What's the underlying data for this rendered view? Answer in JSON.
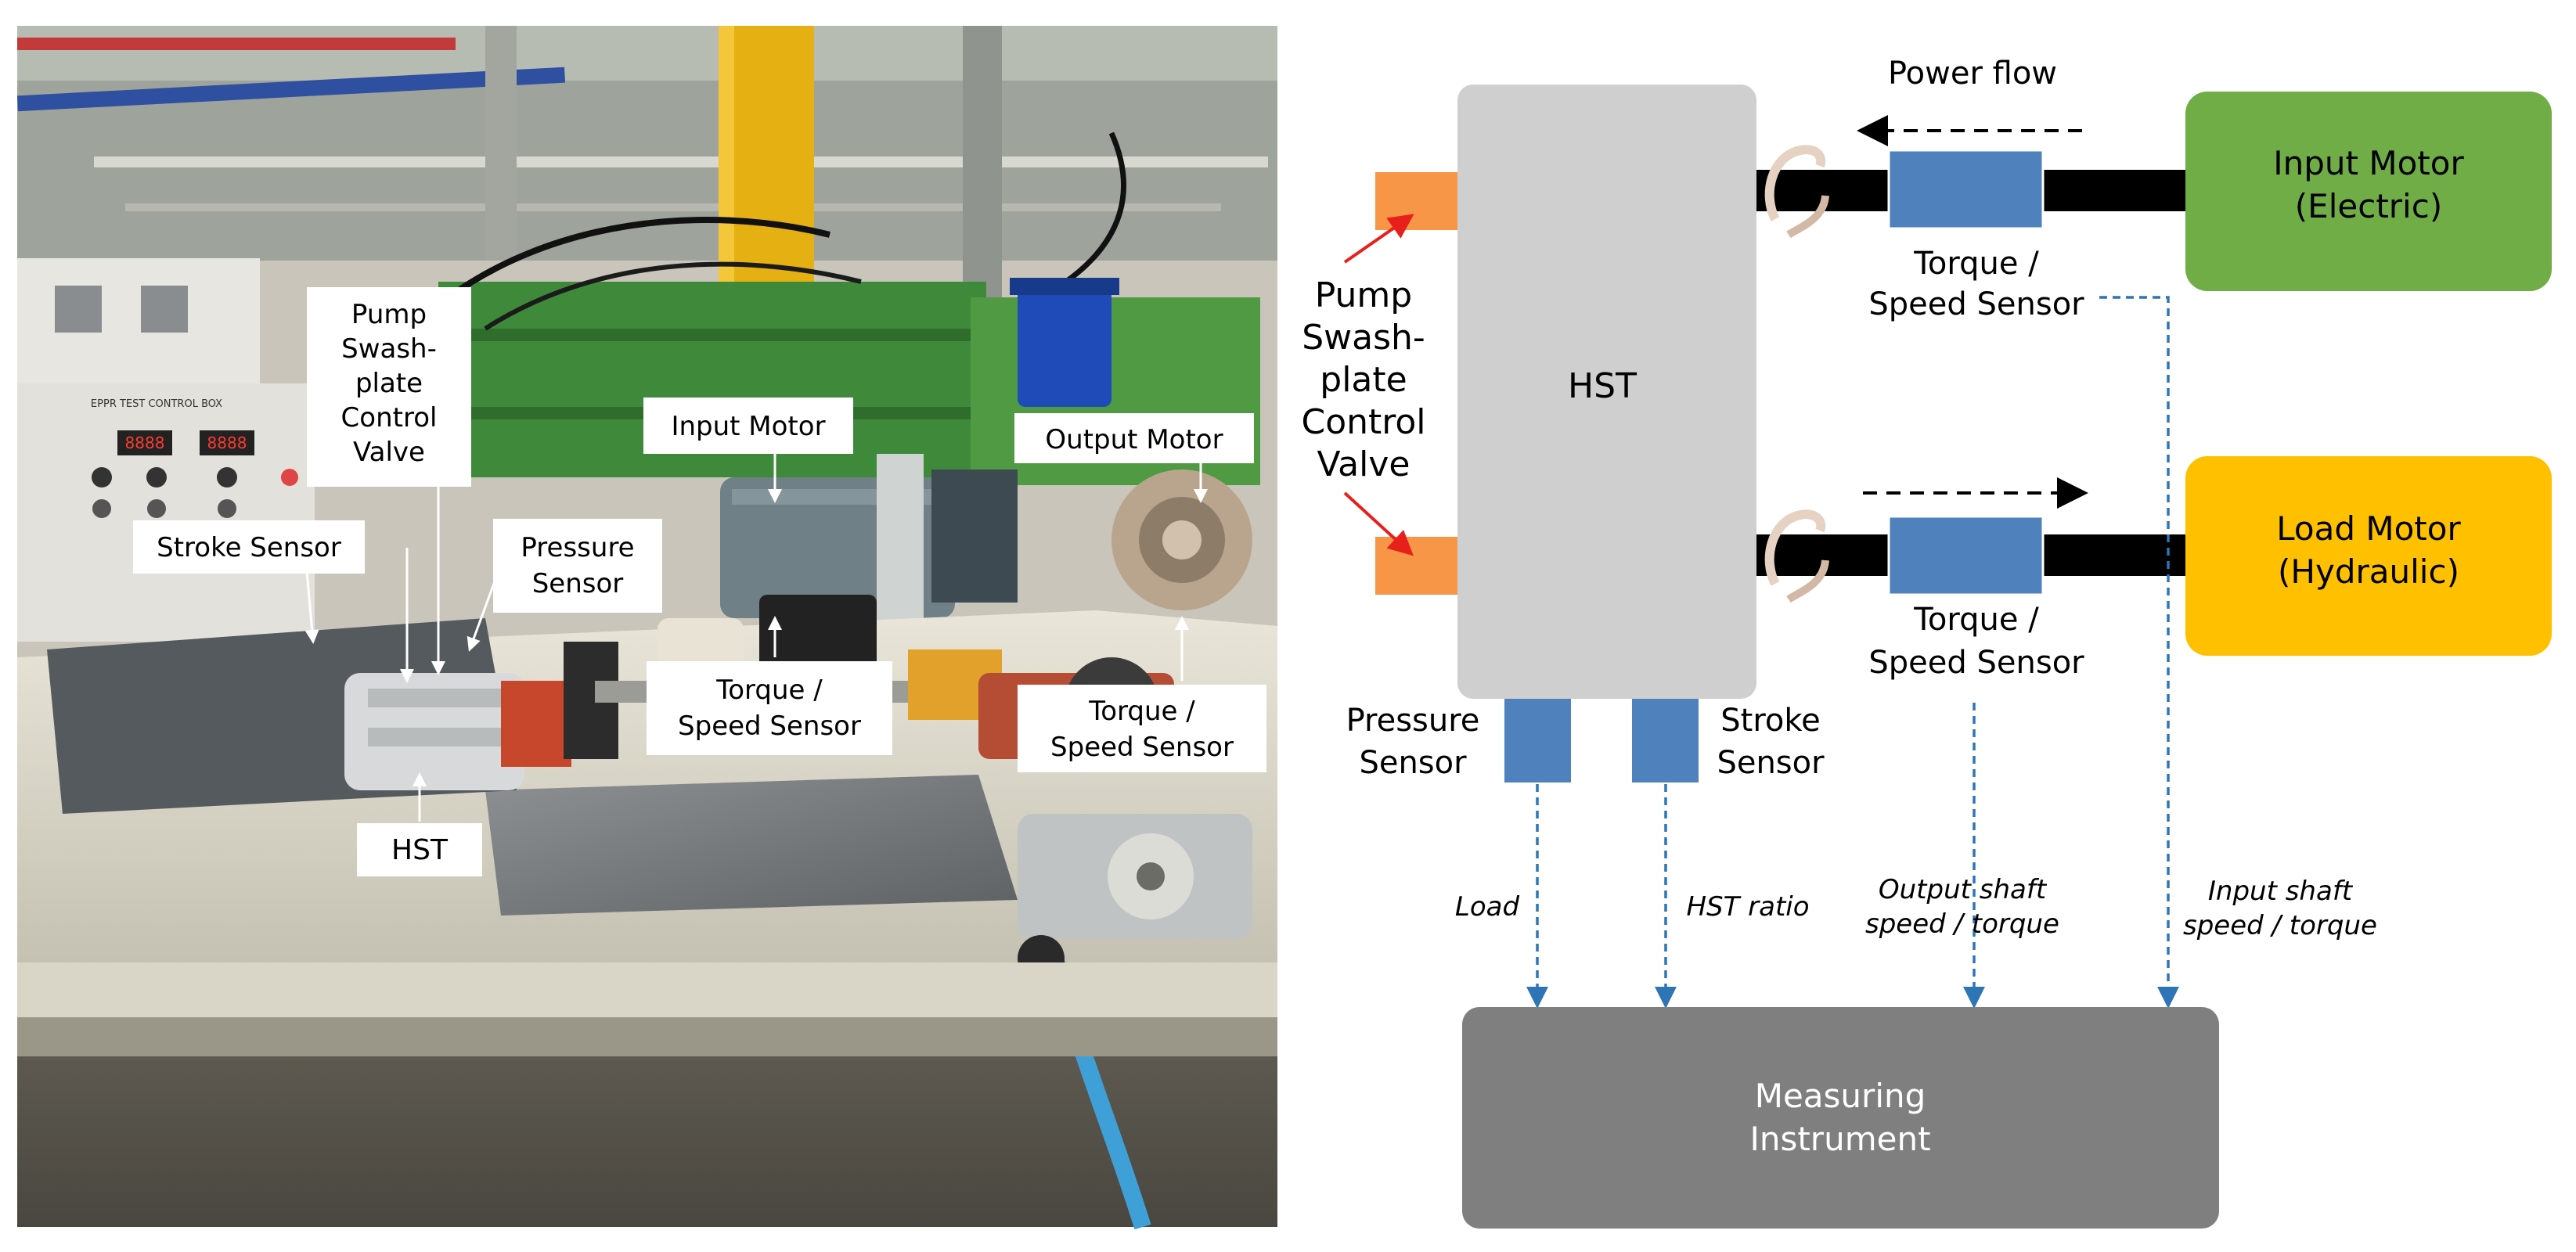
{
  "photo_labels": {
    "pump_swashplate": [
      "Pump",
      "Swash-",
      "plate",
      "Control",
      "Valve"
    ],
    "input_motor": "Input Motor",
    "output_motor": "Output Motor",
    "stroke_sensor": "Stroke Sensor",
    "pressure_sensor": [
      "Pressure",
      "Sensor"
    ],
    "torque_speed_center": [
      "Torque /",
      "Speed Sensor"
    ],
    "torque_speed_right": [
      "Torque /",
      "Speed Sensor"
    ],
    "hst": "HST",
    "control_box_caption": "EPPR TEST CONTROL BOX"
  },
  "diagram": {
    "power_flow": "Power flow",
    "hst": "HST",
    "input_motor": [
      "Input Motor",
      "(Electric)"
    ],
    "load_motor": [
      "Load Motor",
      "(Hydraulic)"
    ],
    "torque_speed_top": [
      "Torque /",
      "Speed Sensor"
    ],
    "torque_speed_bottom": [
      "Torque /",
      "Speed Sensor"
    ],
    "pump_swashplate": [
      "Pump",
      "Swash-",
      "plate",
      "Control",
      "Valve"
    ],
    "pressure_sensor": [
      "Pressure",
      "Sensor"
    ],
    "stroke_sensor": [
      "Stroke",
      "Sensor"
    ],
    "signals": {
      "load": "Load",
      "hst_ratio": "HST ratio",
      "output_shaft": [
        "Output shaft",
        "speed / torque"
      ],
      "input_shaft": [
        "Input shaft",
        "speed / torque"
      ]
    },
    "measuring": [
      "Measuring",
      "Instrument"
    ]
  },
  "colors": {
    "hst_box": "#d0cfcf",
    "input_motor": "#70ad47",
    "load_motor": "#ffc000",
    "sensor_blue": "#4f81bd",
    "actuator_orange": "#f79646",
    "instrument": "#7f7f7f",
    "signal_line": "#2e75b6",
    "pointer_red": "#e8201c"
  }
}
